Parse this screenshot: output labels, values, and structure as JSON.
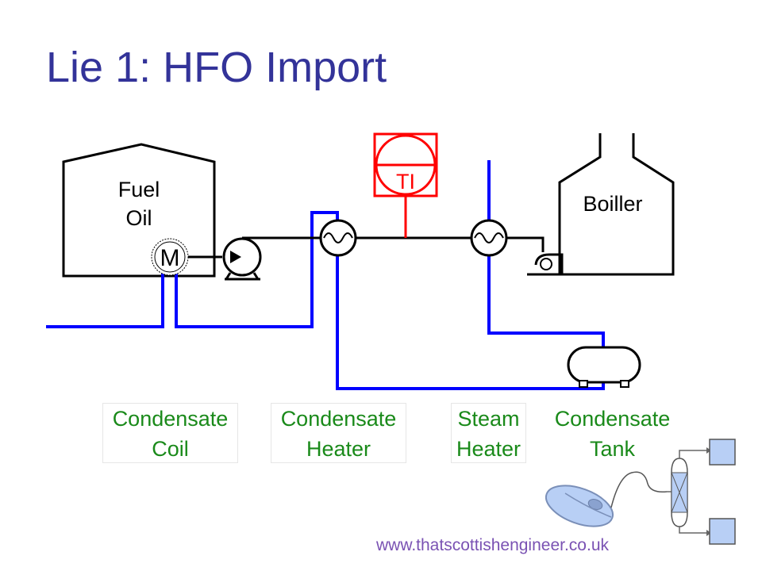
{
  "slide": {
    "title": "Lie 1: HFO Import",
    "footer": "www.thatscottishengineer.co.uk"
  },
  "diagram": {
    "tank_label_line1": "Fuel",
    "tank_label_line2": "Oil",
    "motor_label": "M",
    "instrument_label": "TI",
    "boiler_label": "Boiller"
  },
  "labels": [
    {
      "line1": "Condensate",
      "line2": "Coil"
    },
    {
      "line1": "Condensate",
      "line2": "Heater"
    },
    {
      "line1": "Steam",
      "line2": "Heater"
    },
    {
      "line1": "Condensate",
      "line2": "Tank"
    }
  ],
  "colors": {
    "title": "#333399",
    "condensate_line": "#0000ff",
    "instrument": "#ff0000",
    "label_text": "#1a8a1a",
    "footer": "#7a52b3"
  }
}
